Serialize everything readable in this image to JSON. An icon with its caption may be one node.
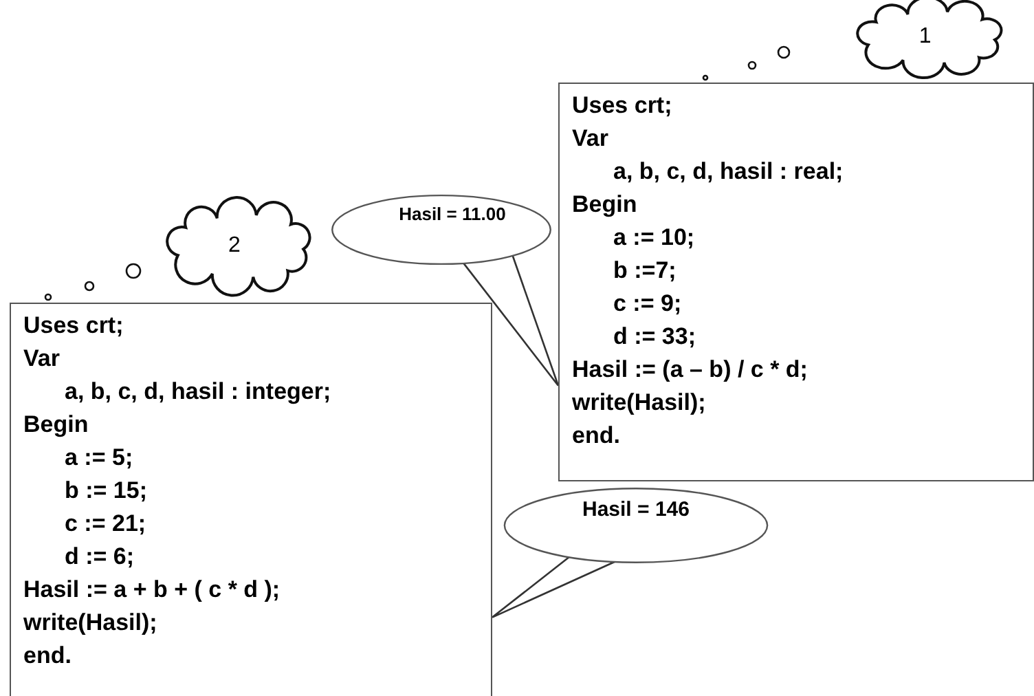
{
  "diagram": {
    "nodes": [
      {
        "text": [
          "1"
        ]
      },
      {
        "text": [
          "Uses crt;",
          "Var",
          "a, b, c, d, hasil : real;",
          "Begin",
          "a := 10;",
          "b :=7;",
          "c := 9;",
          "d := 33;",
          "Hasil := (a – b) / c * d;",
          "write(Hasil);",
          "end."
        ]
      },
      {
        "text": [
          "Hasil = 11.00"
        ]
      },
      {
        "text": [
          "2"
        ]
      },
      {
        "text": [
          "Uses crt;",
          "Var",
          "a, b, c, d, hasil : integer;",
          "Begin",
          "a := 5;",
          "b := 15;",
          "c := 21;",
          "d := 6;",
          "Hasil := a + b + ( c * d );",
          "write(Hasil);",
          "end."
        ]
      },
      {
        "text": [
          "Hasil = 146"
        ]
      }
    ],
    "edges": [
      {
        "from": 2,
        "to": 1,
        "arrow": "none"
      },
      {
        "from": 5,
        "to": 4,
        "arrow": "none"
      }
    ]
  }
}
